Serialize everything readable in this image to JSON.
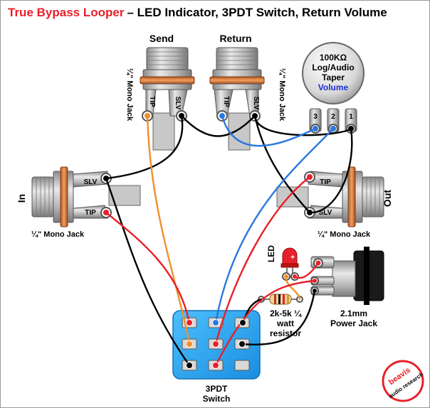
{
  "title": {
    "main": "True Bypass Looper",
    "rest": "– LED Indicator, 3PDT Switch, Return Volume",
    "main_color": "#e8202a"
  },
  "jacks": {
    "send": {
      "label": "Send",
      "type": "¼\" Mono Jack",
      "tip": "TIP",
      "sleeve": "SLV"
    },
    "return": {
      "label": "Return",
      "type": "¼\" Mono Jack",
      "tip": "TIP",
      "sleeve": "SLV"
    },
    "in": {
      "label": "In",
      "type": "¼\" Mono Jack",
      "tip": "TIP",
      "sleeve": "SLV"
    },
    "out": {
      "label": "Out",
      "type": "¼\" Mono Jack",
      "tip": "TIP",
      "sleeve": "SLV"
    }
  },
  "pot": {
    "line1": "100KΩ",
    "line2": "Log/Audio",
    "line3": "Taper",
    "line4": "Volume",
    "line4_color": "#1a2fd6",
    "lug3": "3",
    "lug2": "2",
    "lug1": "1"
  },
  "led": {
    "label": "LED",
    "plus": "+"
  },
  "resistor": {
    "line1": "2k-5k ¼",
    "line2": "watt",
    "line3": "resistor"
  },
  "power_jack": {
    "line1": "2.1mm",
    "line2": "Power Jack"
  },
  "switch": {
    "line1": "3PDT",
    "line2": "Switch",
    "body_color": "#2aa6ee"
  },
  "logo": {
    "text1": "beavis",
    "text2": "audio research"
  },
  "wire_colors": {
    "black": "#000000",
    "red": "#e8202a",
    "blue": "#2a78e0",
    "orange": "#f0902a"
  }
}
